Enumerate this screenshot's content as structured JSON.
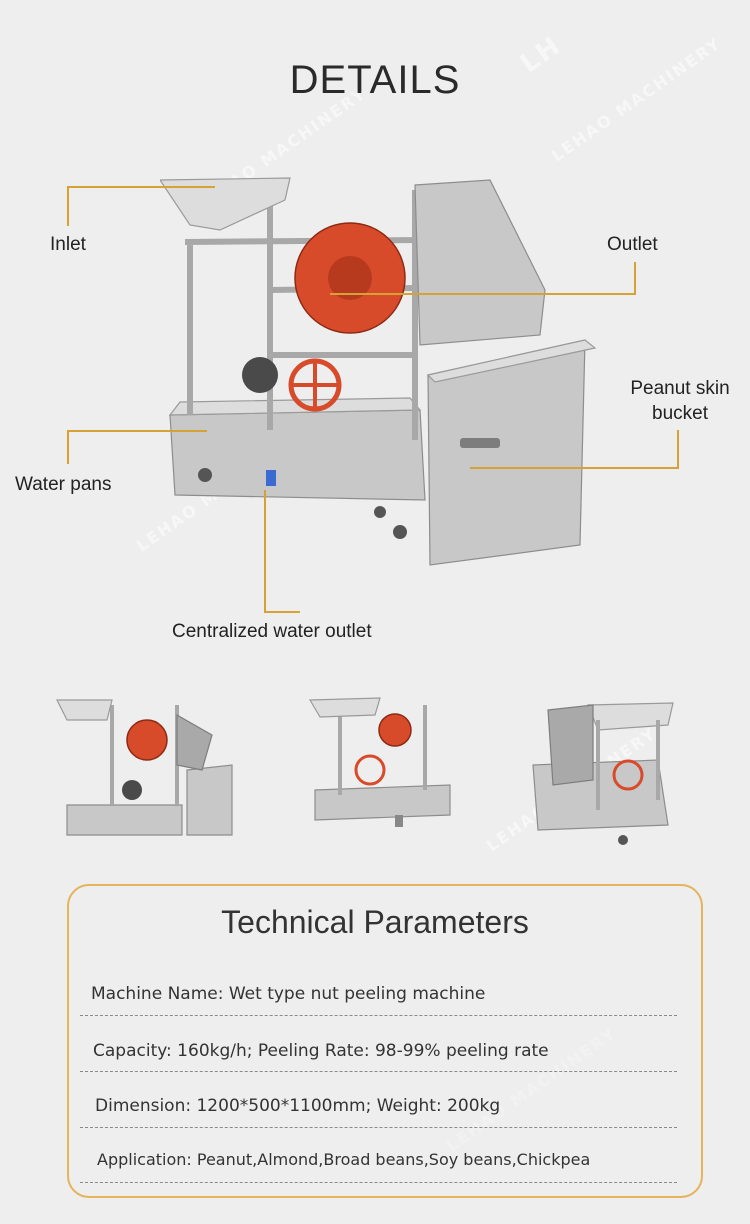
{
  "header": {
    "title": "DETAILS"
  },
  "callouts": {
    "inlet": "Inlet",
    "outlet": "Outlet",
    "skin_bucket_line1": "Peanut skin",
    "skin_bucket_line2": "bucket",
    "water_pans": "Water pans",
    "water_outlet": "Centralized water outlet"
  },
  "watermark": {
    "brand": "LEHAO MACHINERY"
  },
  "tech": {
    "title": "Technical Parameters",
    "rows": [
      "Machine Name: Wet type nut peeling machine",
      "Capacity: 160kg/h; Peeling Rate: 98-99% peeling rate",
      "Dimension: 1200*500*1100mm; Weight: 200kg",
      "Application: Peanut,Almond,Broad beans,Soy beans,Chickpea"
    ]
  },
  "colors": {
    "accent_line": "#d7a235",
    "card_border": "#e4b35a",
    "background": "#eeeeee"
  }
}
